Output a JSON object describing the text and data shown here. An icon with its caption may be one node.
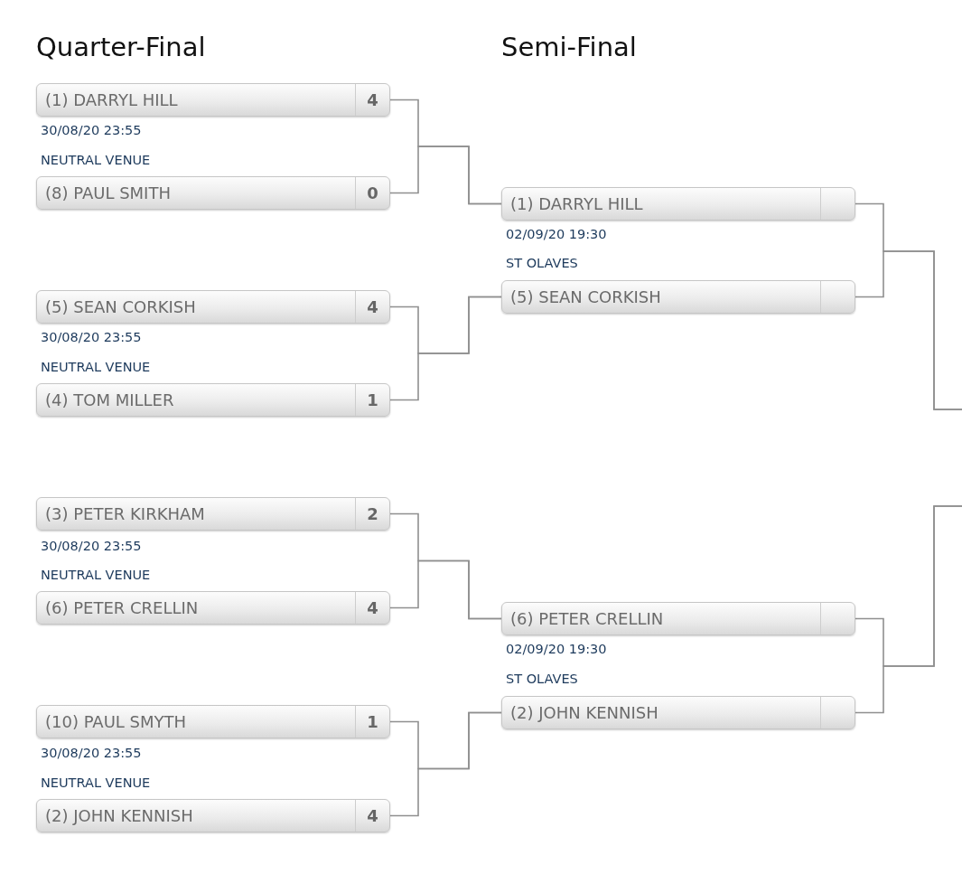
{
  "diagram": {
    "nodes": [
      {
        "text": [
          "(1) DARRYL HILL",
          "4"
        ]
      },
      {
        "text": [
          "(8) PAUL SMITH",
          "0"
        ]
      },
      {
        "text": [
          "(5) SEAN CORKISH",
          "4"
        ]
      },
      {
        "text": [
          "(4) TOM MILLER",
          "1"
        ]
      },
      {
        "text": [
          "(3) PETER KIRKHAM",
          "2"
        ]
      },
      {
        "text": [
          "(6) PETER CRELLIN",
          "4"
        ]
      },
      {
        "text": [
          "(10) PAUL SMYTH",
          "1"
        ]
      },
      {
        "text": [
          "(2) JOHN KENNISH",
          "4"
        ]
      },
      {
        "text": [
          "(1) DARRYL HILL"
        ]
      },
      {
        "text": [
          "(5) SEAN CORKISH"
        ]
      },
      {
        "text": [
          "(6) PETER CRELLIN"
        ]
      },
      {
        "text": [
          "(2) JOHN KENNISH"
        ]
      }
    ],
    "edges": [
      {
        "from": 0,
        "to": 8,
        "arrow": "none"
      },
      {
        "from": 1,
        "to": 8,
        "arrow": "none"
      },
      {
        "from": 2,
        "to": 9,
        "arrow": "none"
      },
      {
        "from": 3,
        "to": 9,
        "arrow": "none"
      },
      {
        "from": 4,
        "to": 10,
        "arrow": "none"
      },
      {
        "from": 5,
        "to": 10,
        "arrow": "none"
      },
      {
        "from": 6,
        "to": 11,
        "arrow": "none"
      },
      {
        "from": 7,
        "to": 11,
        "arrow": "none"
      },
      {
        "from": 8,
        "to": null,
        "arrow": "none"
      },
      {
        "from": 9,
        "to": null,
        "arrow": "none"
      },
      {
        "from": 10,
        "to": null,
        "arrow": "none"
      },
      {
        "from": 11,
        "to": null,
        "arrow": "none"
      }
    ],
    "labels": [
      "Quarter-Final",
      "Semi-Final",
      "30/08/20 23:55",
      "NEUTRAL VENUE",
      "30/08/20 23:55",
      "NEUTRAL VENUE",
      "30/08/20 23:55",
      "NEUTRAL VENUE",
      "30/08/20 23:55",
      "NEUTRAL VENUE",
      "02/09/20 19:30",
      "ST OLAVES",
      "02/09/20 19:30",
      "ST OLAVES"
    ]
  }
}
